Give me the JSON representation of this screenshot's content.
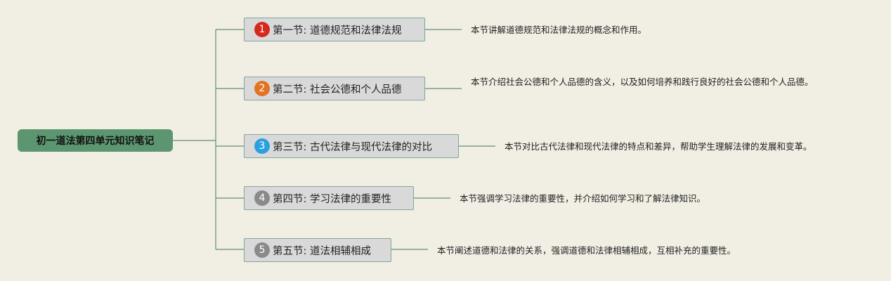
{
  "root": {
    "label": "初一道法第四单元知识笔记"
  },
  "sections": [
    {
      "marker": "1",
      "marker_color": "#d42a1e",
      "title": "第一节: 道德规范和法律法规",
      "note": "本节讲解道德规范和法律法规的概念和作用。"
    },
    {
      "marker": "2",
      "marker_color": "#e27322",
      "title": "第二节: 社会公德和个人品德",
      "note": "本节介绍社会公德和个人品德的含义，以及如何培养和践行良好的社会公德和个人品德。"
    },
    {
      "marker": "3",
      "marker_color": "#2ba0e0",
      "title": "第三节: 古代法律与现代法律的对比",
      "note": "本节对比古代法律和现代法律的特点和差异，帮助学生理解法律的发展和变革。"
    },
    {
      "marker": "4",
      "marker_color": "#8a8a8a",
      "title": "第四节: 学习法律的重要性",
      "note": "本节强调学习法律的重要性，并介绍如何学习和了解法律知识。"
    },
    {
      "marker": "5",
      "marker_color": "#8a8a8a",
      "title": "第五节: 道法相辅相成",
      "note": "本节阐述道德和法律的关系，强调道德和法律相辅相成，互相补充的重要性。"
    }
  ],
  "colors": {
    "background": "#f1eee4",
    "root_fill": "#5c9670",
    "topic_fill": "#d9d9d9",
    "topic_border": "#7fa79c",
    "connector": "#5f8f7e"
  }
}
